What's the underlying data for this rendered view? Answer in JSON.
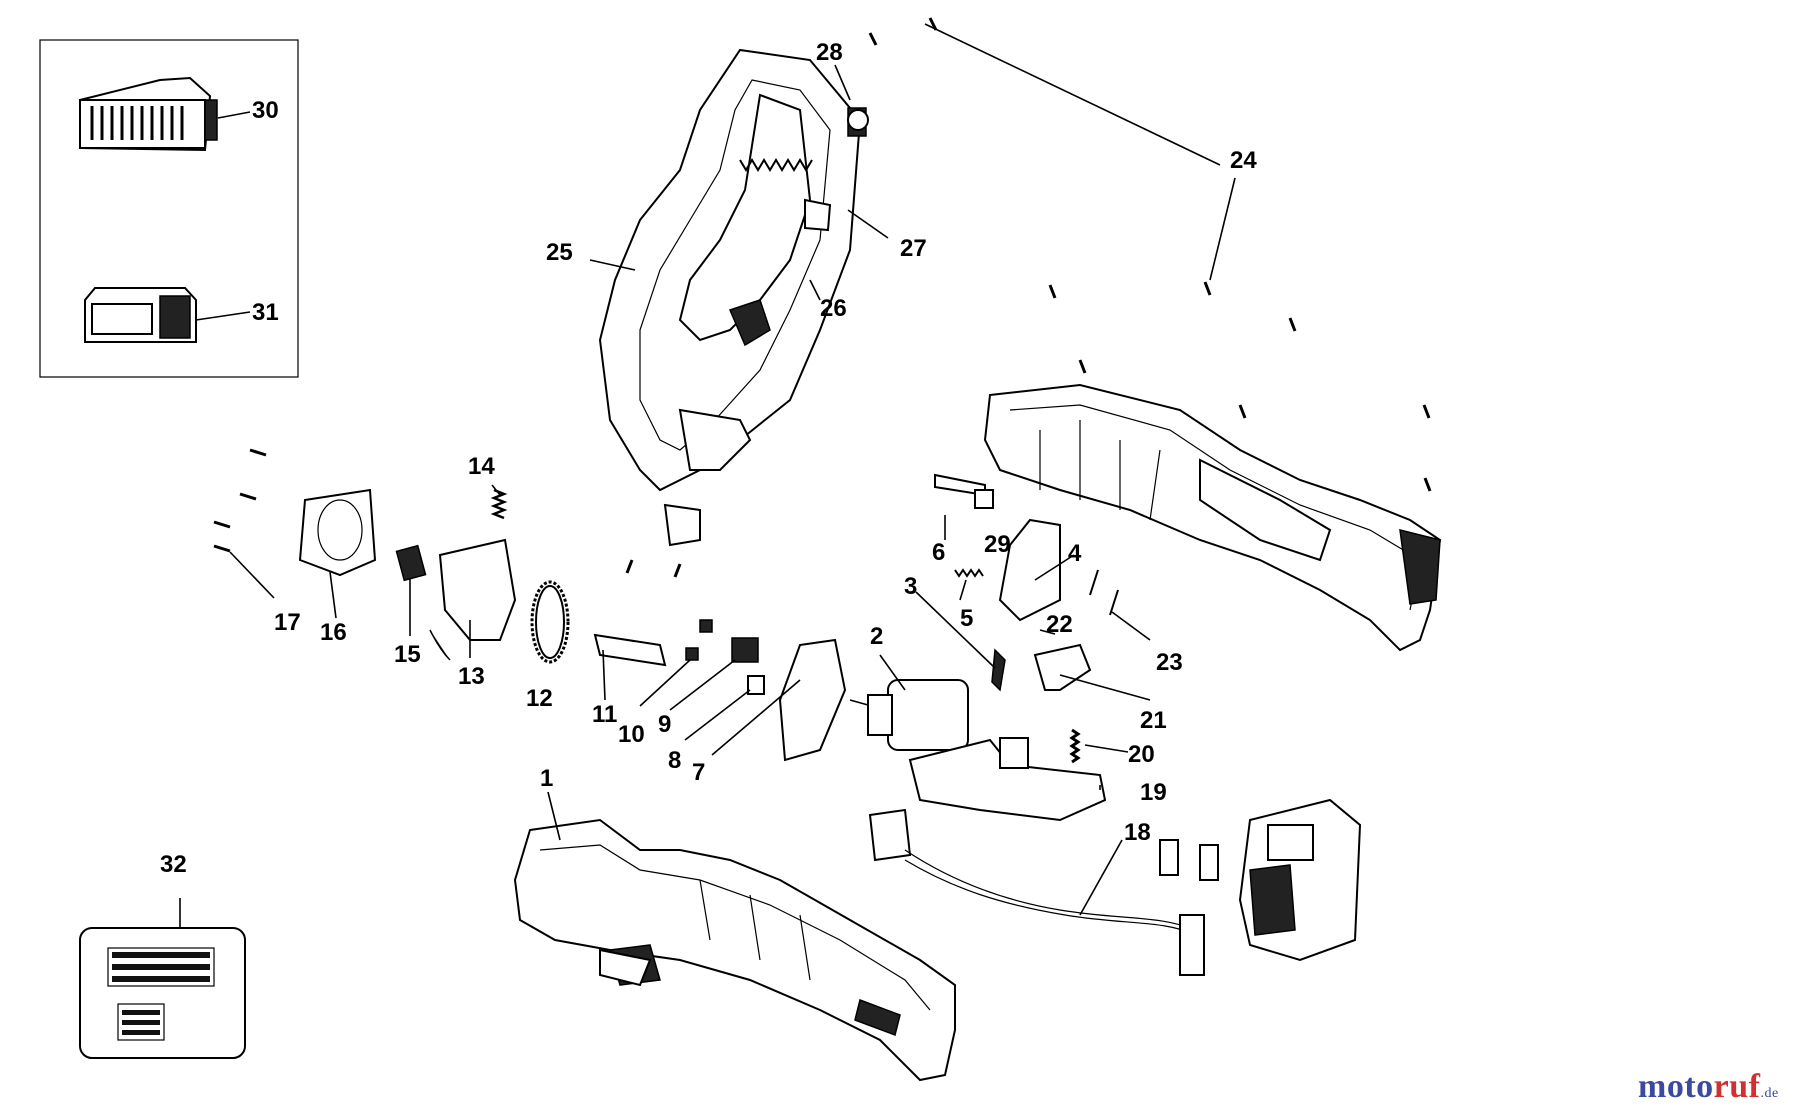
{
  "labels": {
    "l1": "1",
    "l2": "2",
    "l3": "3",
    "l4": "4",
    "l5": "5",
    "l6": "6",
    "l7": "7",
    "l8": "8",
    "l9": "9",
    "l10": "10",
    "l11": "11",
    "l12": "12",
    "l13": "13",
    "l14": "14",
    "l15": "15",
    "l16": "16",
    "l17": "17",
    "l18": "18",
    "l19": "19",
    "l20": "20",
    "l21": "21",
    "l22": "22",
    "l23": "23",
    "l24": "24",
    "l25": "25",
    "l26": "26",
    "l27": "27",
    "l28": "28",
    "l29": "29",
    "l30": "30",
    "l31": "31",
    "l32": "32"
  },
  "watermark": {
    "part1": "moto",
    "part2": "ruf",
    "part3": ".de"
  },
  "colors": {
    "line": "#000000",
    "background": "#ffffff",
    "brand_blue": "#3b4a9c",
    "brand_red": "#d03030"
  }
}
